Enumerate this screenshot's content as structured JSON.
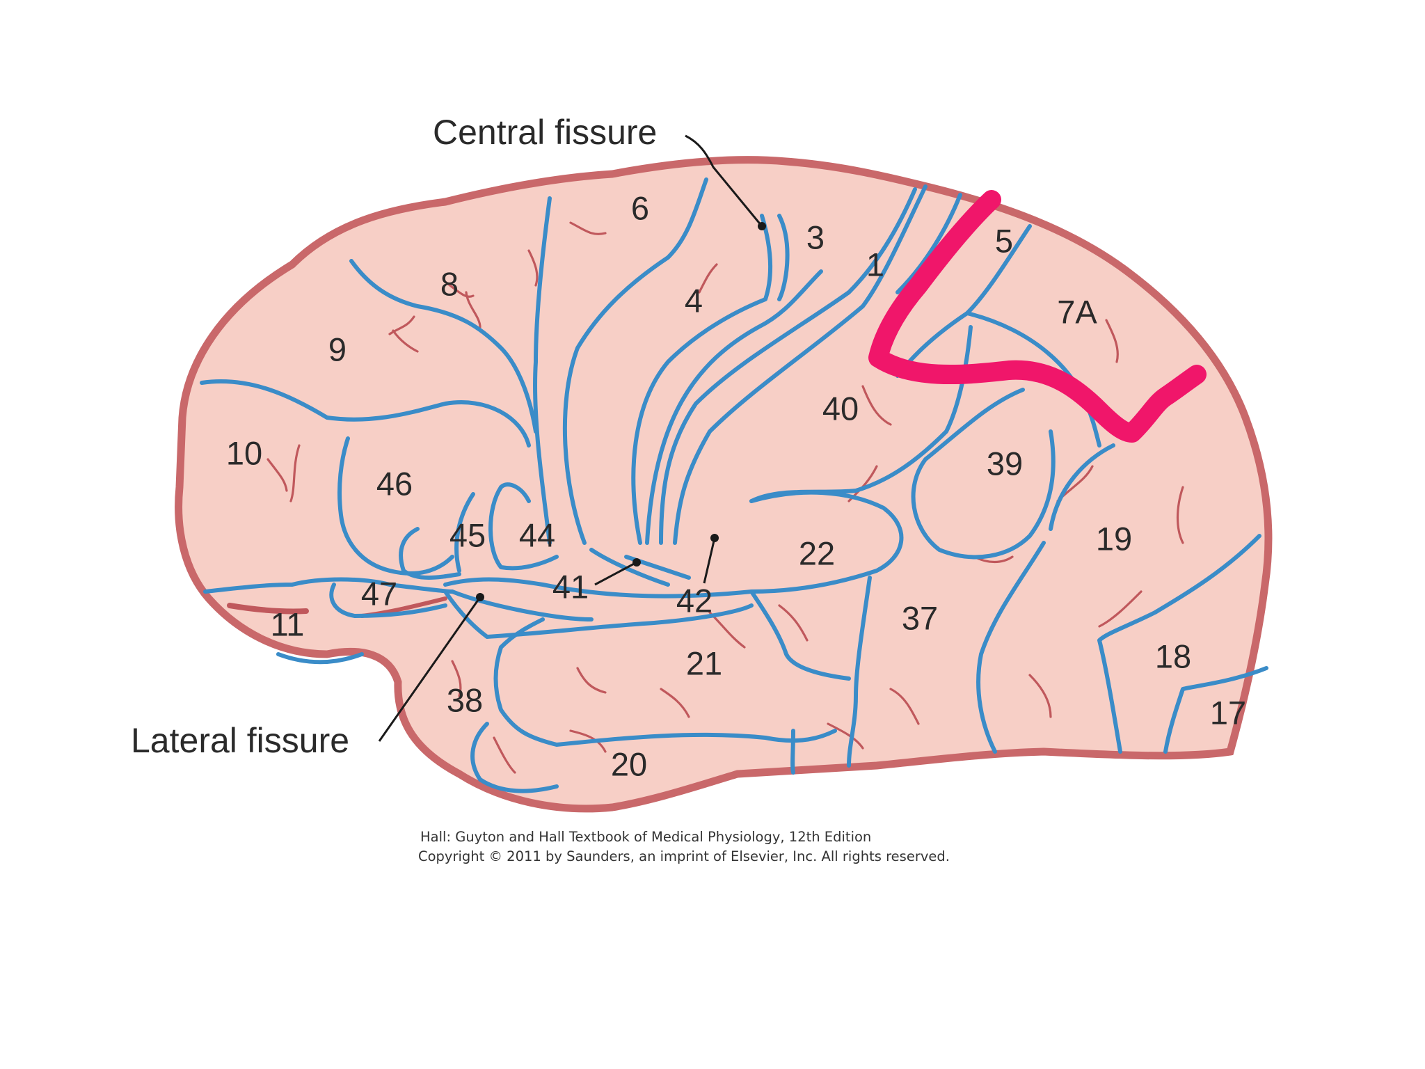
{
  "labels": {
    "central_fissure": "Central fissure",
    "lateral_fissure": "Lateral fissure"
  },
  "areas": [
    "6",
    "3",
    "1",
    "5",
    "8",
    "4",
    "7A",
    "9",
    "40",
    "10",
    "39",
    "46",
    "45",
    "44",
    "22",
    "19",
    "41",
    "47",
    "42",
    "37",
    "11",
    "21",
    "18",
    "38",
    "17",
    "20"
  ],
  "credit": {
    "line1": "Hall: Guyton and Hall Textbook of Medical Physiology, 12th Edition",
    "line2": "Copyright © 2011 by Saunders, an imprint of Elsevier, Inc. All rights reserved."
  },
  "colors": {
    "cortex_fill": "#f7cfc6",
    "cortex_outline": "#c9686a",
    "sulcus_lines": "#3a8cc8",
    "highlight_annotation": "#f0166a"
  }
}
